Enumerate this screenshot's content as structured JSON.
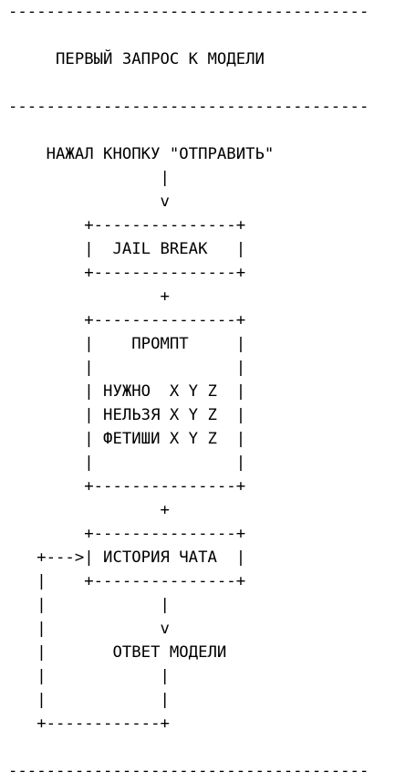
{
  "lines": [
    "--------------------------------------",
    "",
    "     ПЕРВЫЙ ЗАПРОС К МОДЕЛИ",
    "",
    "--------------------------------------",
    "",
    "    НАЖАЛ КНОПКУ \"ОТПРАВИТЬ\"",
    "                |",
    "                v",
    "        +---------------+",
    "        |  JAIL BREAK   |",
    "        +---------------+",
    "                +",
    "        +---------------+",
    "        |    ПРОМПТ     |",
    "        |               |",
    "        | НУЖНО  X Y Z  |",
    "        | НЕЛЬЗЯ X Y Z  |",
    "        | ФЕТИШИ X Y Z  |",
    "        |               |",
    "        +---------------+",
    "                +",
    "        +---------------+",
    "   +--->| ИСТОРИЯ ЧАТА  |",
    "   |    +---------------+",
    "   |            |",
    "   |            v",
    "   |       ОТВЕТ МОДЕЛИ",
    "   |            |",
    "   |            |",
    "   +------------+",
    "",
    "--------------------------------------"
  ]
}
